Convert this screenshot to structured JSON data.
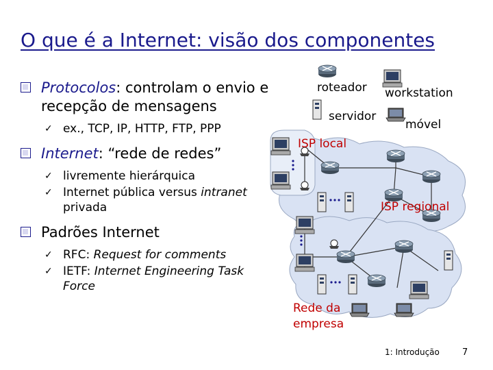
{
  "title": "O que é a Internet: visão dos componentes",
  "bullets": {
    "b1_em": "Protocolos",
    "b1_rest": ": controlam o envio e recepção de mensagens",
    "b1_sub1": "ex., TCP, IP, HTTP, FTP, PPP",
    "b2_em": "Internet",
    "b2_rest": ": “rede de redes”",
    "b2_sub1": "livremente hierárquica",
    "b2_sub2a": "Internet pública versus ",
    "b2_sub2b": "intranet",
    "b2_sub2c": " privada",
    "b3": "Padrões Internet",
    "b3_sub1a": "RFC: ",
    "b3_sub1b": "Request for comments",
    "b3_sub2a": "IETF: ",
    "b3_sub2b": "Internet Engineering Task Force"
  },
  "diagram": {
    "roteador": "roteador",
    "workstation": "workstation",
    "servidor": "servidor",
    "movel": "móvel",
    "isp_local": "ISP local",
    "isp_regional": "ISP regional",
    "rede_empresa_1": "Rede da",
    "rede_empresa_2": "empresa"
  },
  "footer": {
    "section": "1: Introdução",
    "page": "7"
  },
  "colors": {
    "title": "#1a1a8c",
    "label_red": "#c00000",
    "cloud_fill": "#d9e2f3",
    "router": "#5a6b7c"
  }
}
